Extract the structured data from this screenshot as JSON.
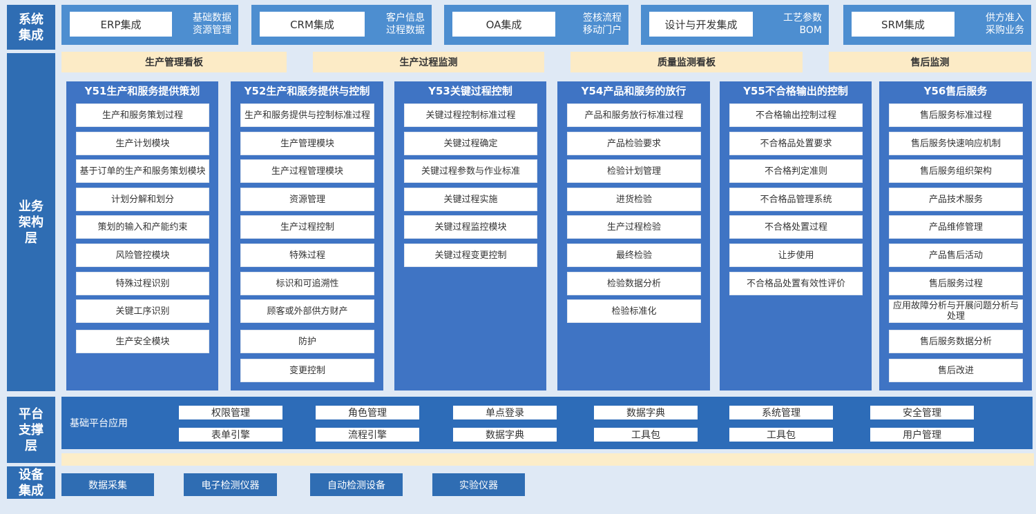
{
  "side_labels": {
    "system": "系统\n集成",
    "business": "业务\n架构\n层",
    "platform": "平台\n支撑\n层",
    "device": "设备\n集成"
  },
  "systems": [
    {
      "name": "ERP集成",
      "desc": "基础数据\n资源管理"
    },
    {
      "name": "CRM集成",
      "desc": "客户信息\n过程数据"
    },
    {
      "name": "OA集成",
      "desc": "签核流程\n移动门户"
    },
    {
      "name": "设计与开发集成",
      "desc": "工艺参数\nBOM"
    },
    {
      "name": "SRM集成",
      "desc": "供方准入\n采购业务"
    }
  ],
  "dashboards": [
    "生产管理看板",
    "生产过程监测",
    "质量监测看板",
    "售后监测"
  ],
  "columns": [
    {
      "title": "Y51生产和服务提供策划",
      "items": [
        "生产和服务策划过程",
        "生产计划模块",
        "基于订单的生产和服务策划模块",
        "计划分解和划分",
        "策划的输入和产能约束",
        "风险管控模块",
        "特殊过程识别",
        "关键工序识别",
        "生产安全模块"
      ]
    },
    {
      "title": "Y52生产和服务提供与控制",
      "items": [
        "生产和服务提供与控制标准过程",
        "生产管理模块",
        "生产过程管理模块",
        "资源管理",
        "生产过程控制",
        "特殊过程",
        "标识和可追溯性",
        "顾客或外部供方财产",
        "防护",
        "变更控制"
      ]
    },
    {
      "title": "Y53关键过程控制",
      "items": [
        "关键过程控制标准过程",
        "关键过程确定",
        "关键过程参数与作业标准",
        "关键过程实施",
        "关键过程监控模块",
        "关键过程变更控制"
      ]
    },
    {
      "title": "Y54产品和服务的放行",
      "items": [
        "产品和服务放行标准过程",
        "产品检验要求",
        "检验计划管理",
        "进货检验",
        "生产过程检验",
        "最终检验",
        "检验数据分析",
        "检验标准化"
      ]
    },
    {
      "title": "Y55不合格输出的控制",
      "items": [
        "不合格输出控制过程",
        "不合格品处置要求",
        "不合格判定准则",
        "不合格品管理系统",
        "不合格处置过程",
        "让步使用",
        "不合格品处置有效性评价"
      ]
    },
    {
      "title": "Y56售后服务",
      "items": [
        "售后服务标准过程",
        "售后服务快速响应机制",
        "售后服务组织架构",
        "产品技术服务",
        "产品维修管理",
        "产品售后活动",
        "售后服务过程",
        "应用故障分析与开展问题分析与处理",
        "售后服务数据分析",
        "售后改进"
      ]
    }
  ],
  "platform": {
    "label": "基础平台应用",
    "row1": [
      "权限管理",
      "角色管理",
      "单点登录",
      "数据字典",
      "系统管理",
      "安全管理"
    ],
    "row2": [
      "表单引擎",
      "流程引擎",
      "数据字典",
      "工具包",
      "工具包",
      "用户管理"
    ]
  },
  "devices": [
    "数据采集",
    "电子检测仪器",
    "自动检测设备",
    "实验仪器"
  ]
}
